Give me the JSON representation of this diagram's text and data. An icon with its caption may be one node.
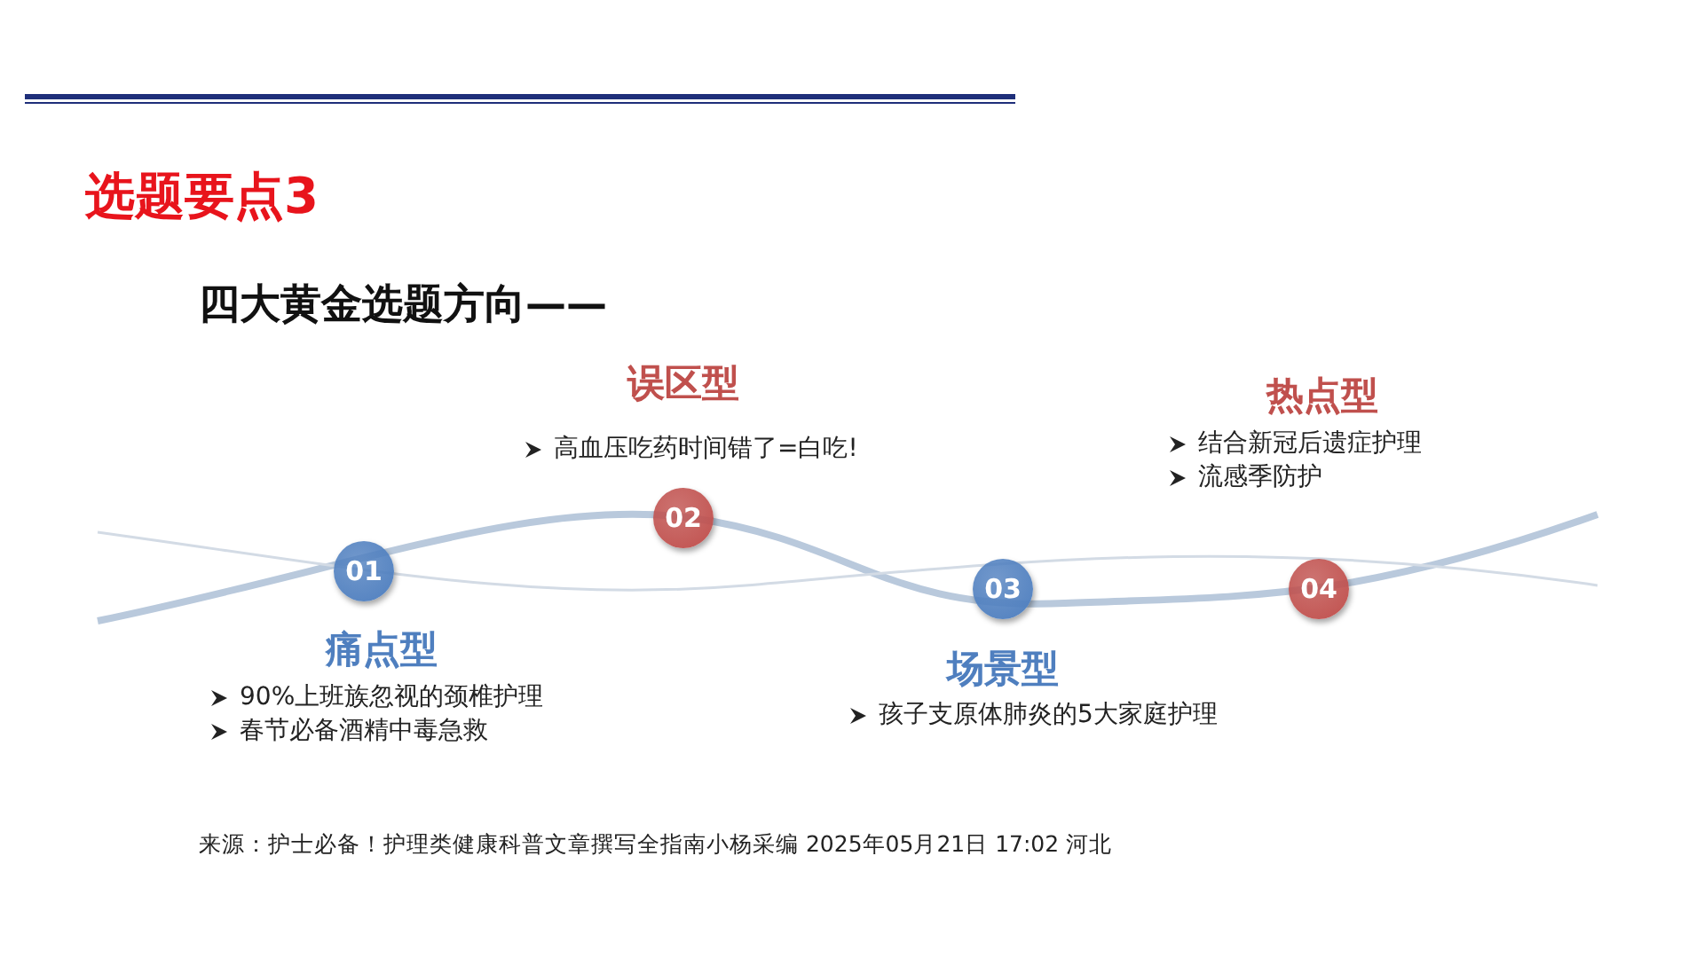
{
  "diagram": {
    "title": "选题要点3",
    "caption": "来源：护士必备！护理类健康科普文章撰写全指南小杨采编 2025年05月21日 17:02 河北",
    "labels": [
      "四大黄金选题方向——"
    ],
    "nodes": [
      {
        "text": [
          "01"
        ],
        "beside": [
          "痛点型",
          "90%上班族忽视的颈椎护理",
          "春节必备酒精中毒急救"
        ]
      },
      {
        "text": [
          "02"
        ],
        "beside": [
          "误区型",
          "高血压吃药时间错了=白吃!"
        ]
      },
      {
        "text": [
          "03"
        ],
        "beside": [
          "场景型",
          "孩子支原体肺炎的5大家庭护理"
        ]
      },
      {
        "text": [
          "04"
        ],
        "beside": [
          "热点型",
          "结合新冠后遗症护理",
          "流感季防护"
        ]
      }
    ]
  }
}
